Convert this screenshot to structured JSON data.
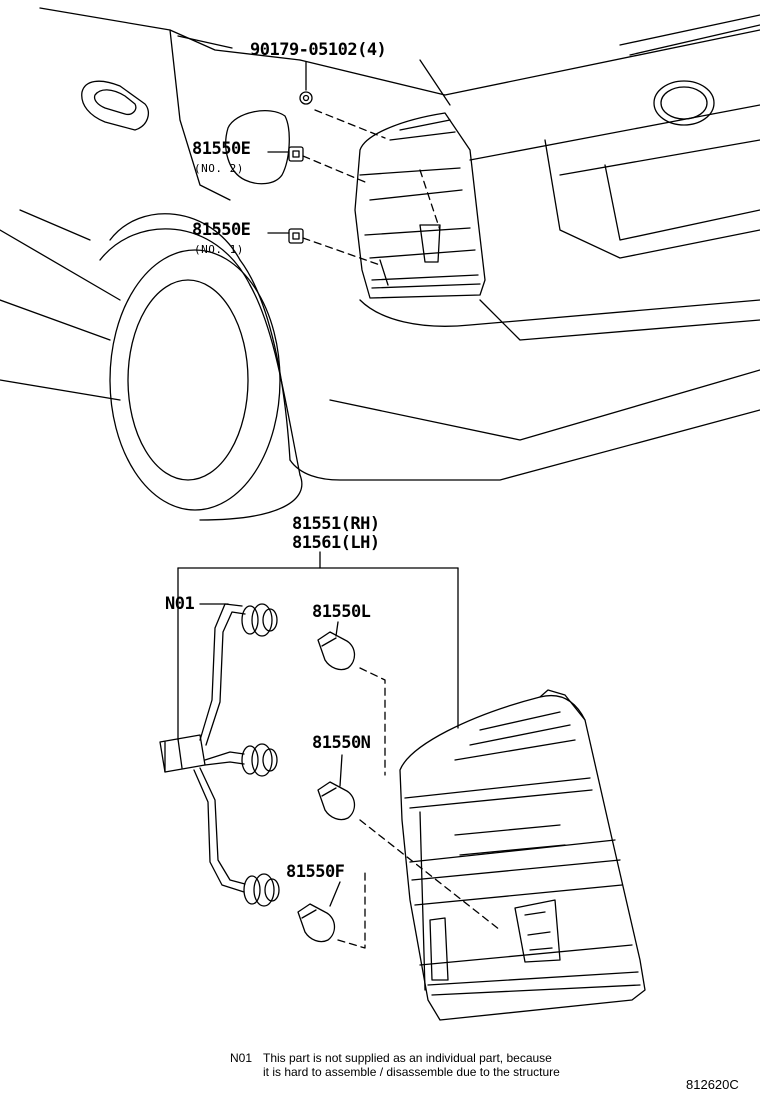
{
  "labels": {
    "bolt": "90179-05102(4)",
    "socket_no2_part": "81550E",
    "socket_no2_sub": "(NO. 2)",
    "socket_no1_part": "81550E",
    "socket_no1_sub": "(NO. 1)",
    "lamp_rh": "81551(RH)",
    "lamp_lh": "81561(LH)",
    "wire": "N01",
    "bulb_l": "81550L",
    "bulb_n": "81550N",
    "bulb_f": "81550F"
  },
  "footnote": {
    "code": "N01",
    "line1": "This part is not supplied as an individual part, because",
    "line2": "it is hard to assemble / disassemble due to the structure"
  },
  "diagram_code": "812620C"
}
